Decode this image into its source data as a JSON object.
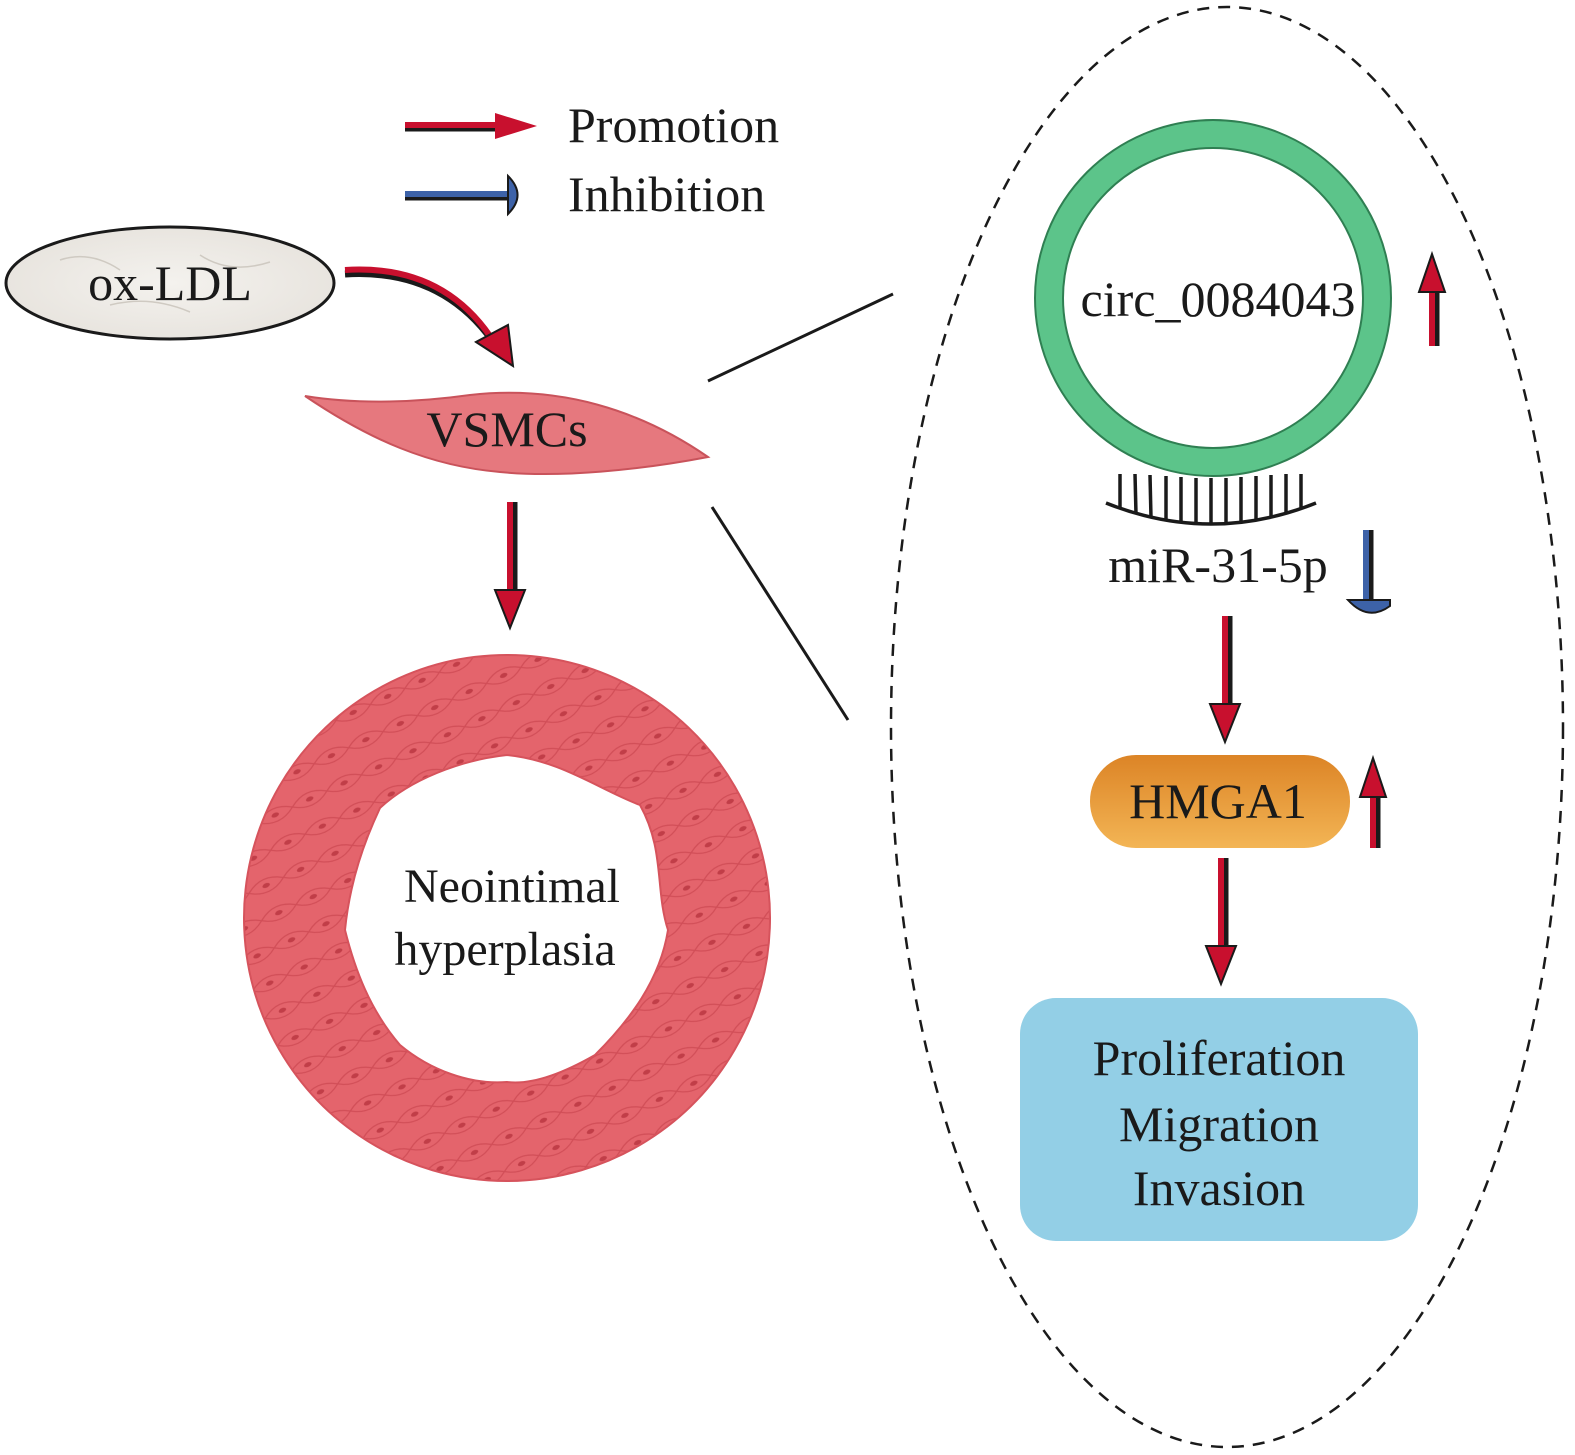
{
  "legend": {
    "promotion_label": "Promotion",
    "inhibition_label": "Inhibition"
  },
  "left": {
    "stimulus": "ox-LDL",
    "cell": "VSMCs",
    "outcome_line1": "Neointimal",
    "outcome_line2": "hyperplasia"
  },
  "mechanism": {
    "circrna": "circ_0084043",
    "mirna": "miR-31-5p",
    "gene": "HMGA1",
    "effects": [
      "Proliferation",
      "Migration",
      "Invasion"
    ]
  },
  "colors": {
    "promotion": "#c8102e",
    "inhibition": "#3d62a8",
    "circ_ring": "#5cc48a",
    "hmga1_top": "#e08a2a",
    "hmga1_bottom": "#f2b04d",
    "effects_box": "#93cfe6",
    "vessel": "#e4626a",
    "vsmc": "#e6787e",
    "oxldl_fill": "#efece7"
  }
}
